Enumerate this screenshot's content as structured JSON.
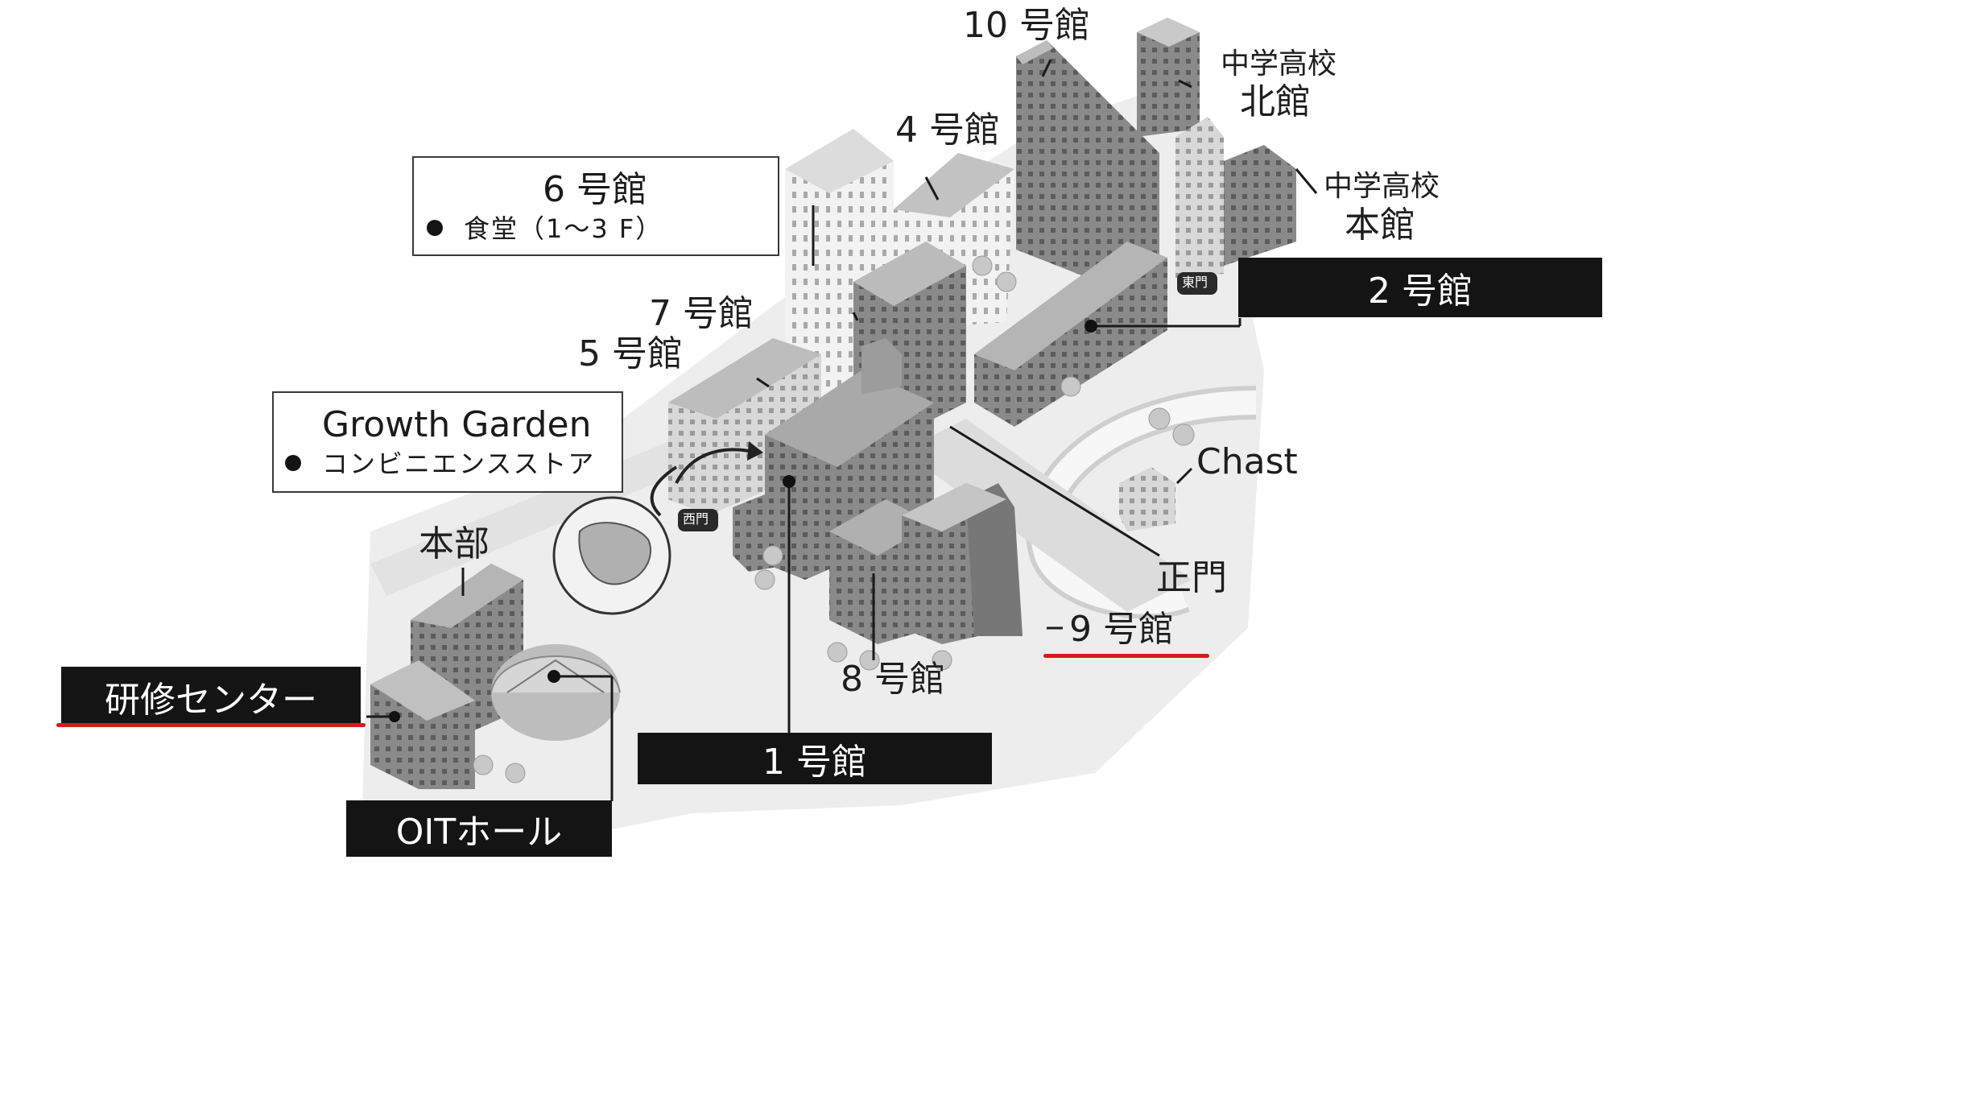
{
  "map": {
    "buildings": {
      "b10": "10 号館",
      "jh_north_line1": "中学高校",
      "jh_north_line2": "北館",
      "jh_main_line1": "中学高校",
      "jh_main_line2": "本館",
      "b4": "4 号館",
      "b6": "6 号館",
      "b6_note": "食堂（1～3 F）",
      "b7": "7 号館",
      "b5": "5 号館",
      "b2": "2 号館",
      "growth_garden": "Growth Garden",
      "growth_garden_note": "コンビニエンスストア",
      "chast": "Chast",
      "honbu": "本部",
      "main_gate": "正門",
      "b9": "9 号館",
      "b8": "8 号館",
      "training_center": "研修センター",
      "b1": "1 号館",
      "oit_hall": "OITホール",
      "east_gate": "東門",
      "west_gate": "西門"
    },
    "highlight_color": "#d91a1a"
  }
}
